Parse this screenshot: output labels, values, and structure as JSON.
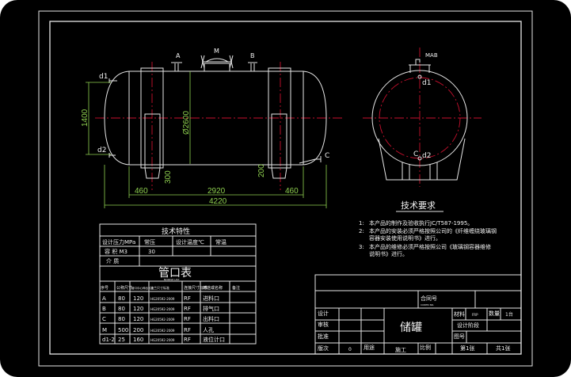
{
  "front_view": {
    "nozzle_labels": {
      "a": "A",
      "m": "M",
      "b": "B",
      "c": "C",
      "d1": "d1",
      "d2": "d2"
    },
    "dims": {
      "height": "1400",
      "diameter": "Ø2600",
      "saddle_left": "300",
      "saddle_right": "200",
      "left_offset": "460",
      "span": "2920",
      "right_offset": "460",
      "total": "4220"
    }
  },
  "side_view": {
    "top_label": "MAB",
    "d1": "d1",
    "c": "C",
    "d2": "d2"
  },
  "tech_requirements": {
    "title": "技术要求",
    "items": [
      {
        "num": "1:",
        "lines": [
          "本产品的制作及验收执行JC/T587-1995。"
        ]
      },
      {
        "num": "2:",
        "lines": [
          "本产品的安装必须严格按照公司的《纤维缠绕玻璃钢",
          "容器安装使用说明书》进行。"
        ]
      },
      {
        "num": "3:",
        "lines": [
          "本产品的维修必须严格按照公司《玻璃钢容器维修",
          "说明书》进行。"
        ]
      }
    ]
  },
  "tech_table": {
    "title": "技术特性",
    "pressure_label": "设计压力MPa",
    "pressure_value": "常压",
    "temp_label": "设计温度℃",
    "temp_value": "常温",
    "volume_label": "容 积 M3",
    "volume_value": "30",
    "medium_label": "介 质",
    "medium_value": ""
  },
  "nozzle_table": {
    "title": "管口表",
    "subtitle": "NOZZLE LIST",
    "headers": [
      "序号",
      "公称尺寸",
      "管口中心伸出长度",
      "法兰尺寸标准",
      "连接尺寸标准",
      "用途或名称",
      "备注"
    ],
    "rows": [
      [
        "A",
        "80",
        "120",
        "HG20592-2009",
        "RF",
        "进料口",
        ""
      ],
      [
        "B",
        "80",
        "120",
        "HG20592-2009",
        "RF",
        "排气口",
        ""
      ],
      [
        "C",
        "80",
        "120",
        "HG20592-2009",
        "RF",
        "出料口",
        ""
      ],
      [
        "M",
        "500",
        "200",
        "HG20592-2009",
        "RF",
        "人孔",
        ""
      ],
      [
        "d1-2",
        "25",
        "160",
        "HG20592-2009",
        "RF",
        "液位计口",
        ""
      ]
    ]
  },
  "title_block": {
    "contract_label": "合同号",
    "contract_sub": "CONTR NO.",
    "designer_label": "设计",
    "checker_label": "审核",
    "approver_label": "批准",
    "revision_label": "版次",
    "revision_value": "0",
    "purpose_label": "用途",
    "purpose_value": "施工",
    "scale_label": "比例",
    "drawing_title": "储罐",
    "material_label": "材料",
    "material_value": "FRP",
    "quantity_label": "数量",
    "quantity_value": "1台",
    "stage_label": "设计阶段",
    "drawing_no_label": "图号",
    "sheet_label": "第1张",
    "total_label": "共1张"
  }
}
